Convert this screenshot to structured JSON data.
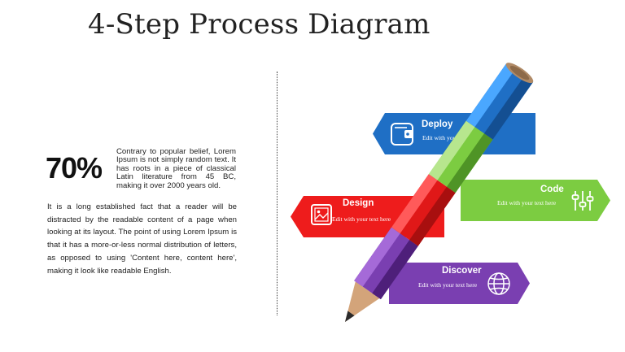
{
  "page": {
    "title": "4-Step Process Diagram"
  },
  "left_panel": {
    "stat_value": "70%",
    "stat_description": "Contrary to popular belief, Lorem Ipsum is not simply random text. It has roots in a piece of classical Latin literature from 45 BC, making it over 2000 years old.",
    "body": "It is a long established fact that a reader will be distracted by the readable content of a page when looking at its layout. The point of using Lorem Ipsum is that it has a more-or-less normal distribution of letters, as opposed to using 'Content here, content here', making it look like readable English."
  },
  "steps": [
    {
      "label": "Deploy",
      "subtext": "Edit with your text here",
      "icon": "wallet-icon",
      "color": "#1f6fc5"
    },
    {
      "label": "Code",
      "subtext": "Edit with your text here",
      "icon": "sliders-icon",
      "color": "#7ccc41"
    },
    {
      "label": "Design",
      "subtext": "Edit with your text here",
      "icon": "image-icon",
      "color": "#ee1c1c"
    },
    {
      "label": "Discover",
      "subtext": "Edit with your text here",
      "icon": "globe-icon",
      "color": "#7a3fb1"
    }
  ]
}
